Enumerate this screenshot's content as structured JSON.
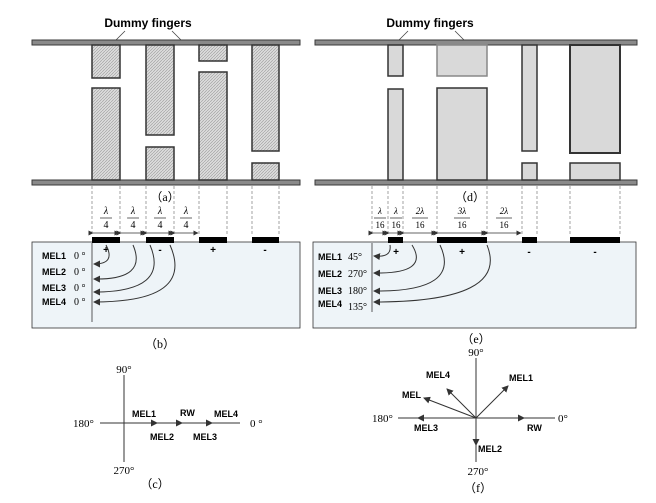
{
  "colors": {
    "bus": "#8a8a8a",
    "bus_stroke": "#3a3a3a",
    "finger_fill": "#d9d9d9",
    "finger_stroke": "#333333",
    "substrate": "#eef4f8",
    "electrode": "#000000"
  },
  "panel_a": {
    "dummy_label": "Dummy fingers",
    "caption": "（a）"
  },
  "panel_d": {
    "dummy_label": "Dummy fingers",
    "caption": "（d）"
  },
  "panel_b": {
    "caption": "（b）",
    "spacings": [
      {
        "num": "λ",
        "den": "4"
      },
      {
        "num": "λ",
        "den": "4"
      },
      {
        "num": "λ",
        "den": "4"
      },
      {
        "num": "λ",
        "den": "4"
      }
    ],
    "polarity": [
      "+",
      "-",
      "+",
      "-"
    ],
    "mels": [
      {
        "label": "MEL1",
        "phase": "0 °"
      },
      {
        "label": "MEL2",
        "phase": "0 °"
      },
      {
        "label": "MEL3",
        "phase": "0 °"
      },
      {
        "label": "MEL4",
        "phase": "0 °"
      }
    ]
  },
  "panel_e": {
    "caption": "（e）",
    "spacings": [
      {
        "num": "λ",
        "den": "16"
      },
      {
        "num": "λ",
        "den": "16"
      },
      {
        "num": "2λ",
        "den": "16"
      },
      {
        "num": "3λ",
        "den": "16"
      },
      {
        "num": "2λ",
        "den": "16"
      }
    ],
    "polarity": [
      "+",
      "+",
      "-",
      "-"
    ],
    "mels": [
      {
        "label": "MEL1",
        "phase": "45°"
      },
      {
        "label": "MEL2",
        "phase": "270°"
      },
      {
        "label": "MEL3",
        "phase": "180°"
      },
      {
        "label": "MEL4",
        "phase": "135°"
      }
    ]
  },
  "panel_c": {
    "caption": "（c）",
    "axis": {
      "top": "90°",
      "bottom": "270°",
      "left": "180°",
      "right": "0 °"
    },
    "labels": {
      "mel1": "MEL1",
      "rw": "RW",
      "mel4": "MEL4",
      "mel2": "MEL2",
      "mel3": "MEL3"
    }
  },
  "panel_f": {
    "caption": "（f）",
    "axis": {
      "top": "90°",
      "bottom": "270°",
      "left": "180°",
      "right": "0°"
    },
    "labels": {
      "mel4": "MEL4",
      "mel1": "MEL1",
      "mel": "MEL",
      "mel3": "MEL3",
      "rw": "RW",
      "mel2": "MEL2"
    }
  }
}
